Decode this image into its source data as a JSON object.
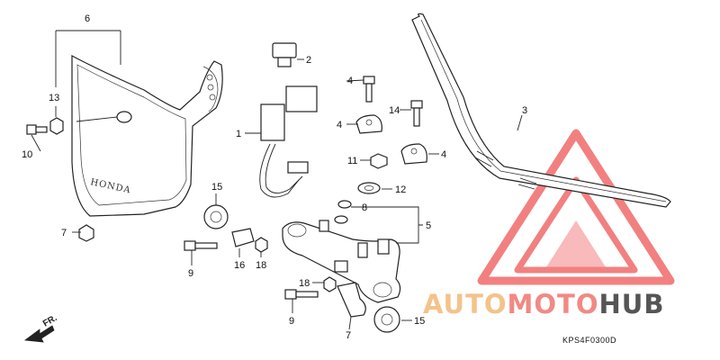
{
  "callouts": {
    "c1": "1",
    "c2": "2",
    "c3": "3",
    "c4a": "4",
    "c4b": "4",
    "c4c": "4",
    "c5": "5",
    "c6": "6",
    "c7a": "7",
    "c7b": "7",
    "c8": "8",
    "c9a": "9",
    "c9b": "9",
    "c10": "10",
    "c11": "11",
    "c12": "12",
    "c13": "13",
    "c14": "14",
    "c15a": "15",
    "c15b": "15",
    "c16": "16",
    "c18a": "18",
    "c18b": "18"
  },
  "direction_label": "FR.",
  "diagram_code": "KPS4F0300D",
  "fairing_text": "HONDA",
  "watermark": {
    "part1": "AUTO",
    "part2": "MOTO",
    "part3": "HUB",
    "color_light": "#f4c38a",
    "color_mid": "#f08a84",
    "color_dark": "#555555",
    "triangle_color": "#f06b6b"
  }
}
